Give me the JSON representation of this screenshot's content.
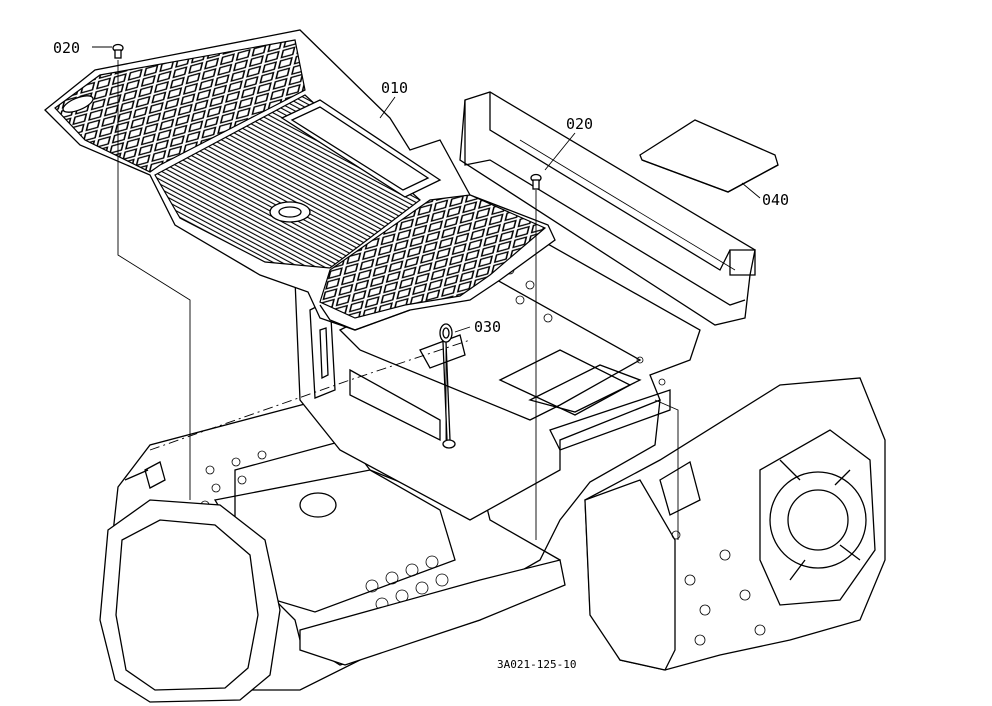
{
  "labels": {
    "part_010": "010",
    "part_020_left": "020",
    "part_020_right": "020",
    "part_030": "030",
    "part_040": "040"
  },
  "drawing_code": "3A021-125-10",
  "ink_color": "#000000",
  "paper_color": "#ffffff"
}
